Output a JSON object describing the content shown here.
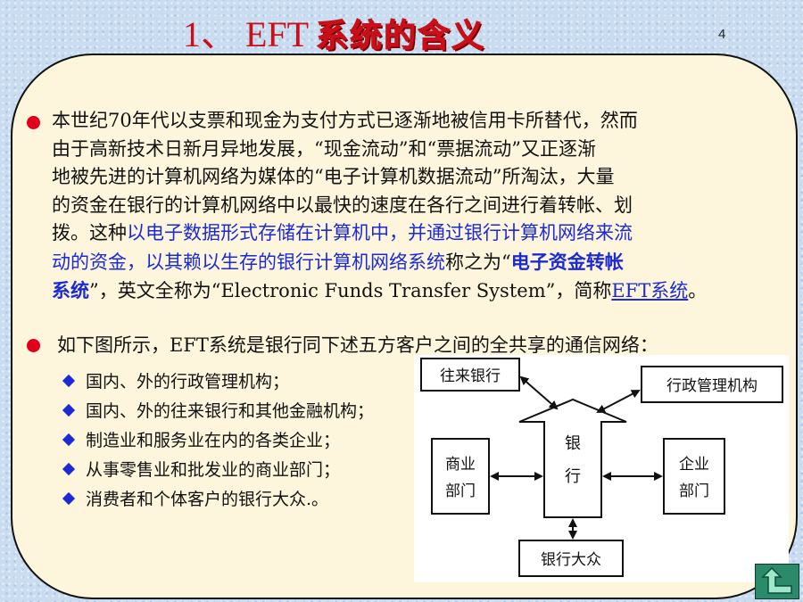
{
  "slide": {
    "title_num": "1、 EFT",
    "title_cjk": "系统的含义",
    "page_number": "4"
  },
  "para1": {
    "line1": "本世纪70年代以支票和现金为支付方式已逐渐地被信用卡所替代，然而",
    "line2": "由于高新技术日新月异地发展，“现金流动”和“票据流动”又正逐渐",
    "line3": "地被先进的计算机网络为媒体的“电子计算机数据流动”所淘汰，大量",
    "line4": "的资金在银行的计算机网络中以最快的速度在各行之间进行着转帐、划",
    "line5_a": "拨。这种",
    "line5_b": "以电子数据形式存储在计算机中，并通过银行计算机网络来流",
    "line6_a": "动的资金，以其赖以生存的银行计算机网络系统",
    "line6_b": "称之为“",
    "line6_c": "电子资金转帐",
    "line7_a": "系统",
    "line7_b": "”，英文全称为“Electronic Funds Transfer System”，简称",
    "line7_c": "EFT系统",
    "line7_d": "。"
  },
  "para2": {
    "text": "如下图所示，EFT系统是银行同下述五方客户之间的全共享的通信网络："
  },
  "sub_items": [
    "国内、外的行政管理机构；",
    "国内、外的往来银行和其他金融机构；",
    "制造业和服务业在内的各类企业；",
    "从事零售业和批发业的商业部门；",
    "消费者和个体客户的银行大众.。"
  ],
  "diagram": {
    "center_top": "银",
    "center_bottom": "行",
    "top_left": "往来银行",
    "top_right": "行政管理机构",
    "left_top": "商业",
    "left_bottom": "部门",
    "right_top": "企业",
    "right_bottom": "部门",
    "bottom": "银行大众"
  },
  "colors": {
    "title_red": "#c8101a",
    "highlight_blue": "#1c2ad6",
    "bullet_red": "#e0001b",
    "panel_bg": "#fdf6dc"
  }
}
